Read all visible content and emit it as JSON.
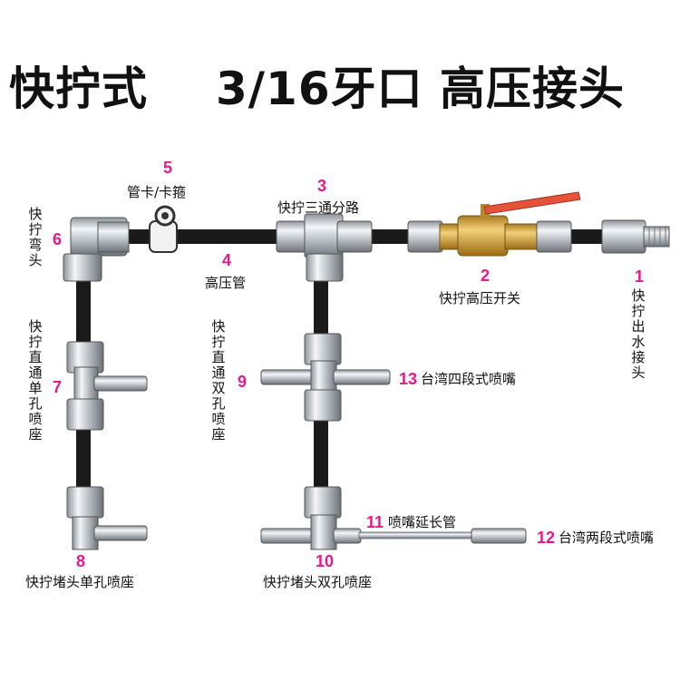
{
  "title": {
    "part1": "快拧式",
    "part2": "3/16牙口 高压接头"
  },
  "parts": [
    {
      "num": "1",
      "label": "快拧出水接头"
    },
    {
      "num": "2",
      "label": "快拧高压开关"
    },
    {
      "num": "3",
      "label": "快拧三通分路"
    },
    {
      "num": "4",
      "label": "高压管"
    },
    {
      "num": "5",
      "label": "管卡/卡箍"
    },
    {
      "num": "6",
      "label": "快拧弯头"
    },
    {
      "num": "7",
      "label": "快拧直通单孔喷座"
    },
    {
      "num": "8",
      "label": "快拧堵头单孔喷座"
    },
    {
      "num": "9",
      "label": "快拧直通双孔喷座"
    },
    {
      "num": "10",
      "label": "快拧堵头双孔喷座"
    },
    {
      "num": "11",
      "label": "喷嘴延长管"
    },
    {
      "num": "12",
      "label": "台湾两段式喷嘴"
    },
    {
      "num": "13",
      "label": "台湾四段式喷嘴"
    }
  ],
  "colors": {
    "number": "#e8178a",
    "pipe": "#1a1a1a",
    "steel": "#c8ccd0",
    "brass": "#d9a43a",
    "valve_handle": "#e5533a"
  }
}
